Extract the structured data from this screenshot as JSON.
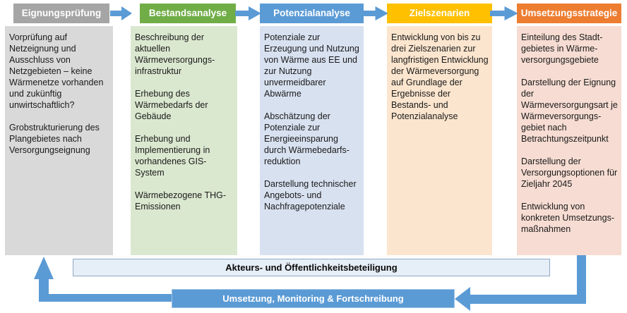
{
  "diagram": {
    "title_semantic": "Prozessschritte der kommunalen Wärmeplanung",
    "columns": [
      {
        "title": "Eignungsprüfung",
        "header_color": "#A5A5A5",
        "body_color": "#D9D9D9",
        "paragraphs": [
          "Vorprüfung auf Netzeignung und Ausschluss von Netzgebieten – keine Wärmenetze vorhanden und zukünftig unwirtschaftlich?",
          "Grobstrukturierung des Plangebietes nach Versorgungseignung"
        ]
      },
      {
        "title": "Bestandsanalyse",
        "header_color": "#70AD47",
        "body_color": "#DBE8D0",
        "paragraphs": [
          "Beschreibung der aktuellen Wärmeversorgungs-infrastruktur",
          "Erhebung des Wärmebedarfs der Gebäude",
          "Erhebung und Implementierung in vorhandenes GIS-System",
          "Wärmebezogene THG-Emissionen"
        ]
      },
      {
        "title": "Potenzialanalyse",
        "header_color": "#5B9BD5",
        "body_color": "#D8E1F0",
        "paragraphs": [
          "Potenziale zur Erzeugung und Nutzung von Wärme aus EE und zur Nutzung unvermeidbarer Abwärme",
          "Abschätzung der Potenziale zur Energieeinsparung durch Wärmebedarfs-reduktion",
          "Darstellung technischer Angebots- und Nachfragepotenziale"
        ]
      },
      {
        "title": "Zielszenarien",
        "header_color": "#FFC000",
        "body_color": "#FBE5CE",
        "paragraphs": [
          "Entwicklung von bis zu drei Zielszenarien zur langfristigen Entwicklung der Wärmeversorgung auf Grundlage der Ergebnisse der Bestands- und Potenzialanalyse"
        ]
      },
      {
        "title": "Umsetzungsstrategie",
        "header_color": "#ED7D31",
        "body_color": "#F6DCD2",
        "paragraphs": [
          "Einteilung des Stadt-gebietes in Wärme-versorgungsgebiete",
          "Darstellung der Eignung der Wärmeversorgungsart je Wärmeversorgungs-gebiet nach Betrachtungszeitpunkt",
          "Darstellung der Versorgungsoptionen für Zieljahr 2045",
          "Entwicklung von konkreten Umsetzungs-maßnahmen"
        ]
      }
    ],
    "banners": {
      "participation": "Akteurs- und Öffentlichkeitsbeteiligung",
      "monitoring": "Umsetzung, Monitoring & Fortschreibung"
    },
    "colors": {
      "arrow_blue": "#5B9BD5",
      "arrow_outline": "#4A7FB5",
      "participation_bg": "#E6EEF7",
      "participation_border": "#8EA9C4",
      "monitoring_bg": "#5B9BD5",
      "monitoring_border": "#9DC3E6"
    }
  }
}
